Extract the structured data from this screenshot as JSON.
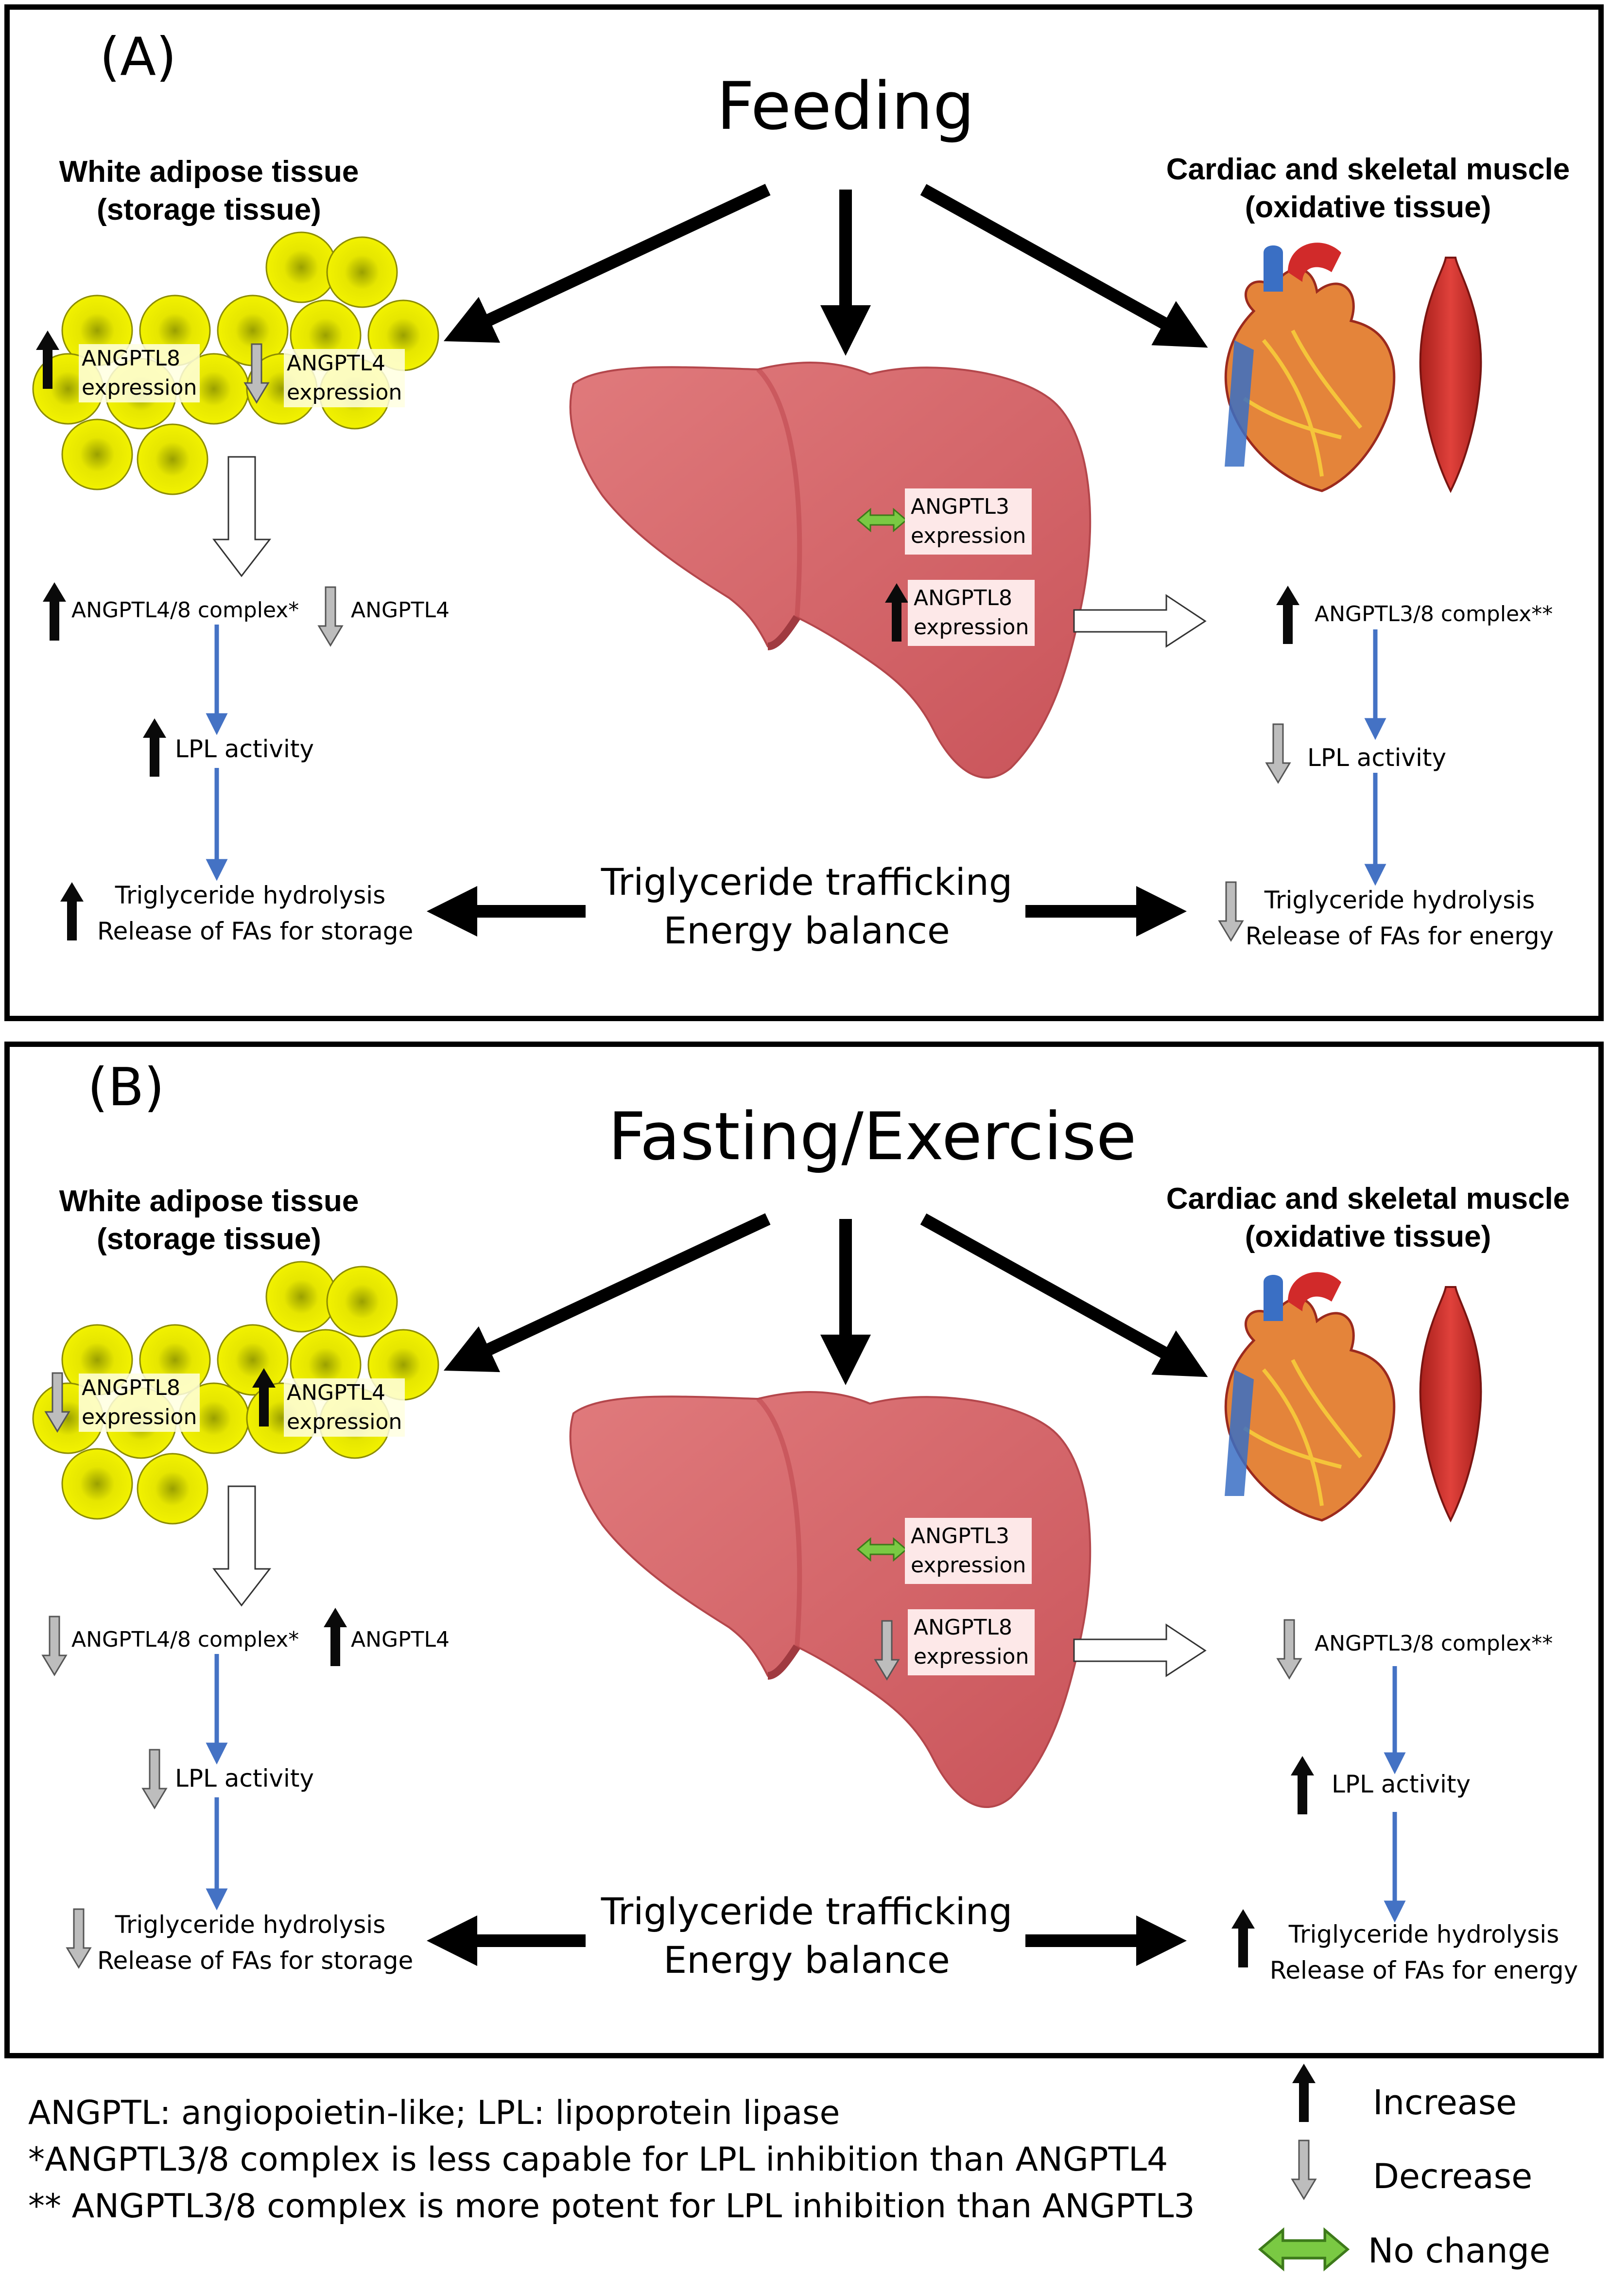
{
  "panel_a": {
    "label": "(A)",
    "title": "Feeding",
    "adipose_title_1": "White adipose tissue",
    "adipose_title_2": "(storage tissue)",
    "muscle_title_1": "Cardiac and skeletal muscle",
    "muscle_title_2": "(oxidative tissue)",
    "cell_angptl8_1": "ANGPTL8",
    "cell_angptl8_2": "expression",
    "cell_angptl4_1": "ANGPTL4",
    "cell_angptl4_2": "expression",
    "complex48": "ANGPTL4/8 complex*",
    "angptl4": "ANGPTL4",
    "lpl_left": "LPL activity",
    "tg_left_1": "Triglyceride hydrolysis",
    "tg_left_2": "Release of FAs for storage",
    "liver_angptl3_1": "ANGPTL3",
    "liver_angptl3_2": "expression",
    "liver_angptl8_1": "ANGPTL8",
    "liver_angptl8_2": "expression",
    "complex38": "ANGPTL3/8 complex**",
    "lpl_right": "LPL activity",
    "tg_right_1": "Triglyceride hydrolysis",
    "tg_right_2": "Release of FAs for energy",
    "center_1": "Triglyceride trafficking",
    "center_2": "Energy balance"
  },
  "panel_b": {
    "label": "(B)",
    "title": "Fasting/Exercise",
    "adipose_title_1": "White adipose tissue",
    "adipose_title_2": "(storage tissue)",
    "muscle_title_1": "Cardiac and skeletal muscle",
    "muscle_title_2": "(oxidative tissue)",
    "cell_angptl8_1": "ANGPTL8",
    "cell_angptl8_2": "expression",
    "cell_angptl4_1": "ANGPTL4",
    "cell_angptl4_2": "expression",
    "complex48": "ANGPTL4/8 complex*",
    "angptl4": "ANGPTL4",
    "lpl_left": "LPL activity",
    "tg_left_1": "Triglyceride hydrolysis",
    "tg_left_2": "Release of FAs for storage",
    "liver_angptl3_1": "ANGPTL3",
    "liver_angptl3_2": "expression",
    "liver_angptl8_1": "ANGPTL8",
    "liver_angptl8_2": "expression",
    "complex38": "ANGPTL3/8 complex**",
    "lpl_right": "LPL activity",
    "tg_right_1": "Triglyceride hydrolysis",
    "tg_right_2": "Release of FAs for energy",
    "center_1": "Triglyceride trafficking",
    "center_2": "Energy balance"
  },
  "footnotes": {
    "line1": "ANGPTL: angiopoietin-like; LPL: lipoprotein lipase",
    "line2": "*ANGPTL3/8 complex is less capable for LPL inhibition than ANGPTL4",
    "line3": "** ANGPTL3/8 complex is more potent for LPL inhibition than ANGPTL3"
  },
  "legend": {
    "increase": "Increase",
    "decrease": "Decrease",
    "no_change": "No change"
  },
  "colors": {
    "increase_arrow": "#0a0a0a",
    "decrease_arrow": "#b8b8b8",
    "no_change_arrow": "#7ac943",
    "flow_arrow": "#4472c4",
    "liver": "#d9666a",
    "adipocyte": "#e8e800",
    "muscle": "#d2312c"
  },
  "icons": {
    "increase": "up-arrow-icon",
    "decrease": "down-arrow-icon",
    "no_change": "double-arrow-icon"
  }
}
